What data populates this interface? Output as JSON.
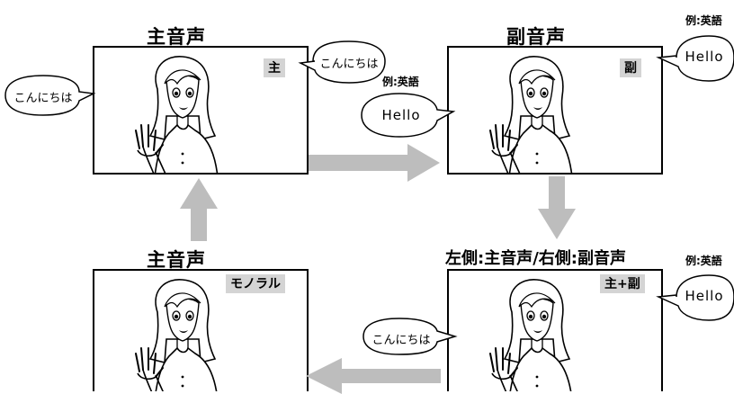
{
  "panels": {
    "main": {
      "title": "主音声",
      "tag": "主"
    },
    "sub": {
      "title": "副音声",
      "tag": "副"
    },
    "both": {
      "title": "左側:主音声/右側:副音声",
      "tag": "主+副"
    },
    "mono": {
      "title": "主音声",
      "tag": "モノラル"
    }
  },
  "bubbles": {
    "greeting_jp": "こんにちは",
    "greeting_en": "Hello",
    "example_note": "例:英語"
  },
  "colors": {
    "tag_bg": "#d4d4d4",
    "arrow": "#bdbdbd",
    "line": "#000000"
  }
}
